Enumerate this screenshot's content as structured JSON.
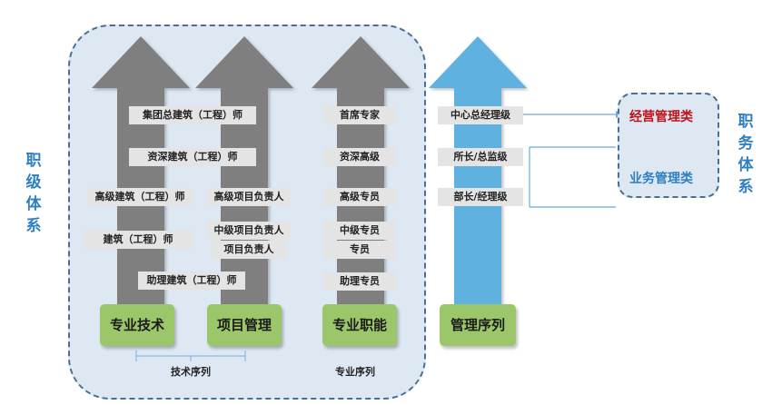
{
  "colors": {
    "gray_arrow": "#7f7f7f",
    "blue_arrow": "#5fb2e0",
    "base_green": "#9bc76a",
    "region_fill": "#dde8f3",
    "region_border": "#4a6f96",
    "label_blue": "#2f7fc1",
    "label_red": "#c0121b"
  },
  "side_labels": {
    "left": "职级体系",
    "right": "职务体系"
  },
  "columns": {
    "tech": {
      "base_label": "专业技术",
      "levels": [
        "集团总建筑（工程）师",
        "资深建筑（工程）师",
        "高级建筑（工程）师",
        "建筑（工程）师",
        "助理建筑（工程）师"
      ]
    },
    "project": {
      "base_label": "项目管理",
      "levels": [
        "高级项目负责人",
        "中级项目负责人",
        "项目负责人"
      ]
    },
    "function": {
      "base_label": "专业职能",
      "levels": [
        "首席专家",
        "资深高级",
        "高级专员",
        "中级专员",
        "专员",
        "助理专员"
      ]
    },
    "management": {
      "base_label": "管理序列",
      "levels": [
        "中心总经理级",
        "所长/总监级",
        "部长/经理级"
      ]
    }
  },
  "captions": {
    "tech_sequence": "技术序列",
    "professional_sequence": "专业序列"
  },
  "categories": {
    "business_management": "经营管理类",
    "operations_management": "业务管理类"
  }
}
